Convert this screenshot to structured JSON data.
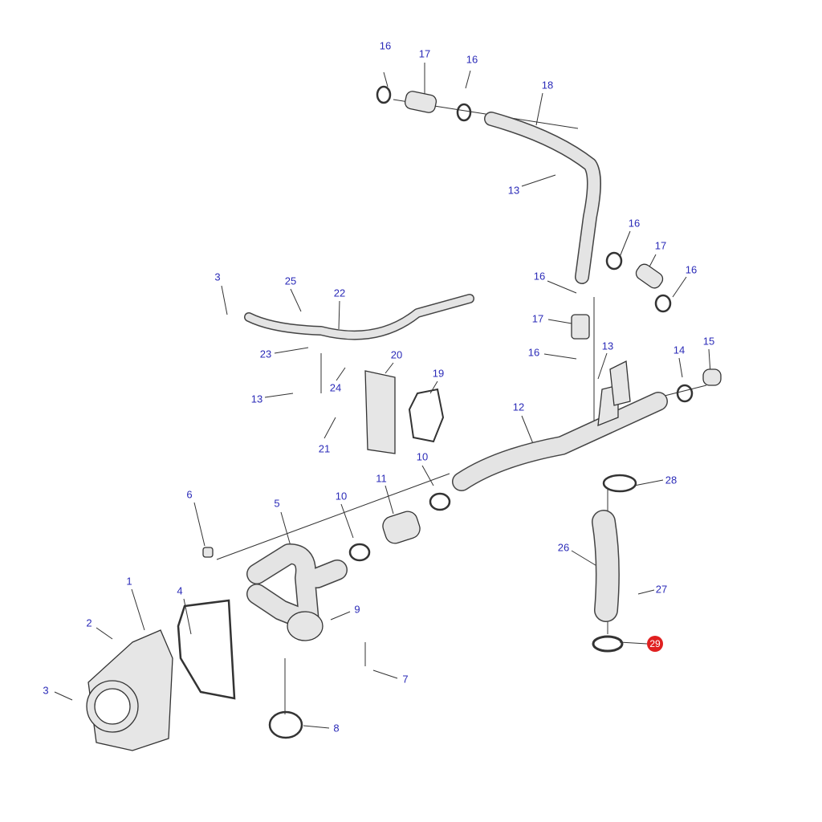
{
  "diagram": {
    "type": "exploded parts diagram - engine cooling pipes",
    "highlight_color": "#e02020",
    "label_color": "#2b2bb8",
    "callouts": [
      "16",
      "17",
      "16",
      "18",
      "13",
      "16",
      "17",
      "16",
      "16",
      "17",
      "16",
      "13",
      "14",
      "15",
      "3",
      "25",
      "22",
      "23",
      "20",
      "19",
      "24",
      "13",
      "21",
      "12",
      "10",
      "11",
      "10",
      "6",
      "5",
      "28",
      "26",
      "27",
      "1",
      "4",
      "2",
      "9",
      "3",
      "7",
      "8",
      "29"
    ],
    "highlighted": "29"
  }
}
